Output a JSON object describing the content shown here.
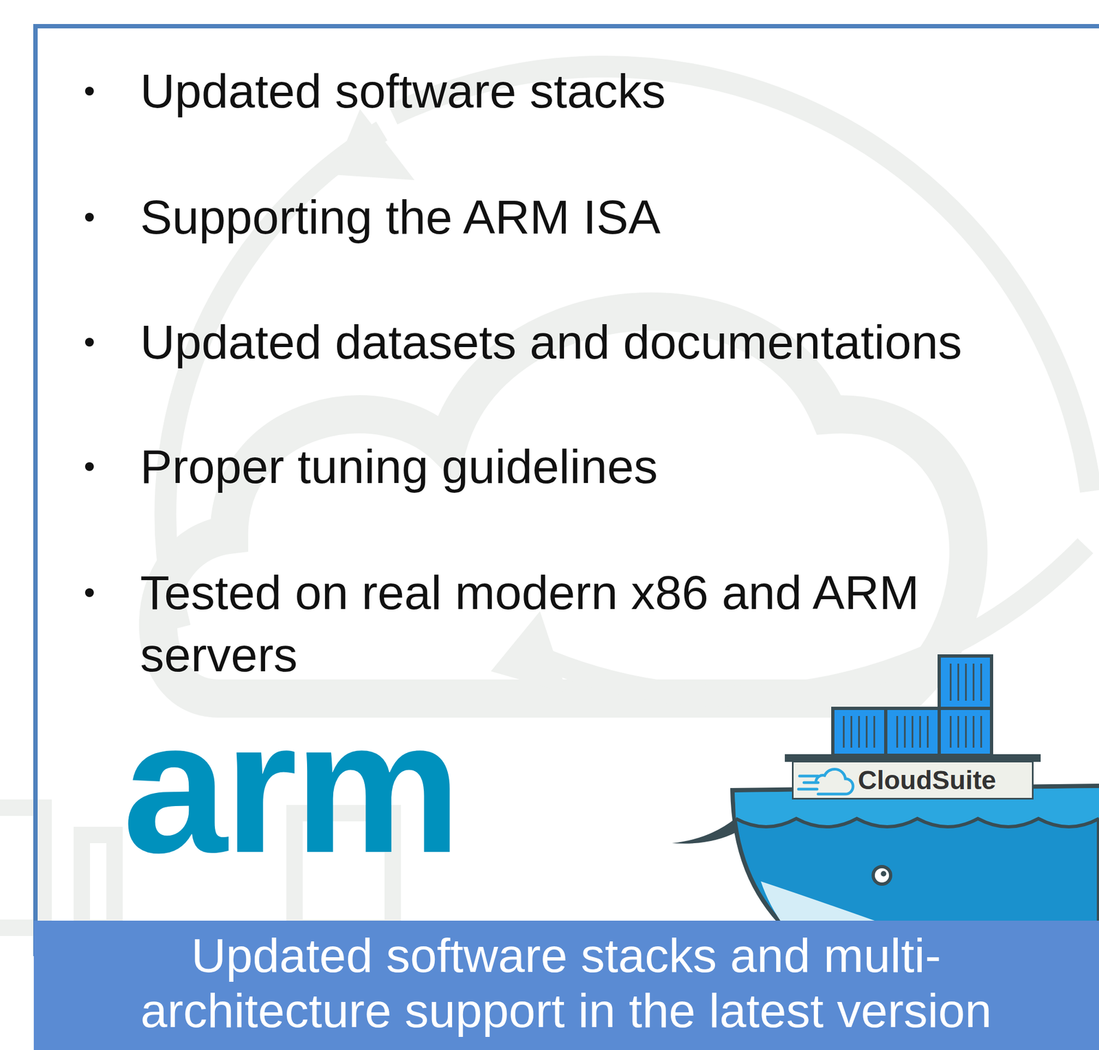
{
  "diagram": {
    "caption": "Updated software stacks and multi-architecture support in the latest version",
    "nodes": [
      {
        "text": [
          "CloudSuite"
        ]
      }
    ],
    "labels": [
      "Updated software stacks",
      "Supporting the ARM ISA",
      "Updated datasets and documentations",
      "Proper tuning guidelines",
      "Tested on real modern x86 and ARM servers",
      "arm"
    ]
  }
}
